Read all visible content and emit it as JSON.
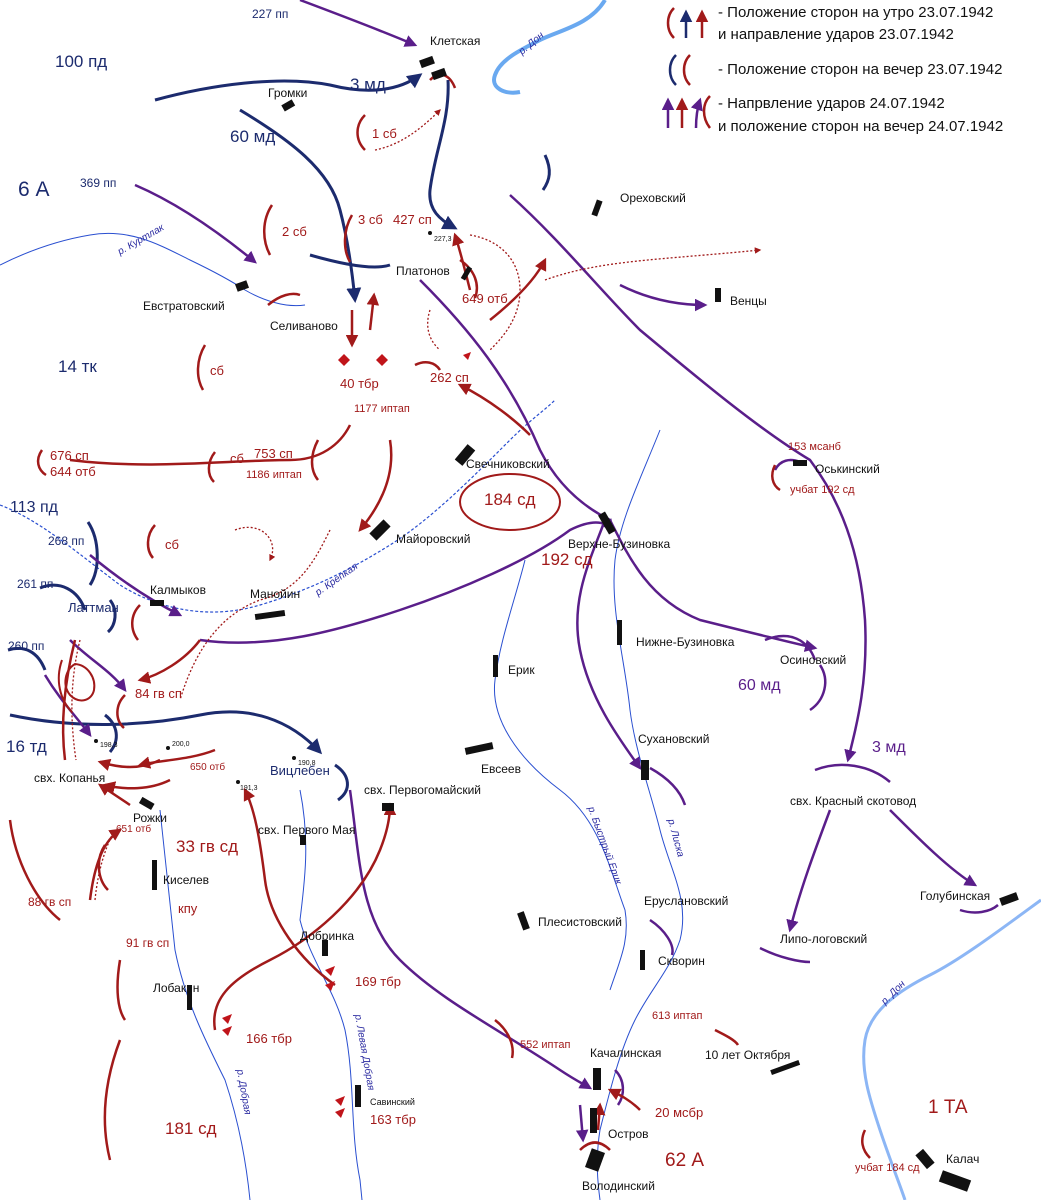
{
  "legend": {
    "items": [
      {
        "line1": "- Положение сторон на утро 23.07.1942",
        "line2": "и направление ударов 23.07.1942"
      },
      {
        "line1": "- Положение сторон на вечер 23.07.1942",
        "line2": ""
      },
      {
        "line1": "- Напрвление ударов 24.07.1942",
        "line2": "и положение сторон на вечер 24.07.1942"
      }
    ]
  },
  "colors": {
    "red": "#a11a1a",
    "blue": "#1c2b6e",
    "purple": "#5a1e8a",
    "river_big": "#6aa9f0",
    "river_small": "#2a4fd0"
  },
  "places": {
    "kletskaya": "Клетская",
    "gromki": "Громки",
    "orekhovsky": "Ореховский",
    "platonov": "Платонов",
    "venzy": "Венцы",
    "evstratovsky": "Евстратовский",
    "selivanovo": "Селиваново",
    "oskinsky": "Оськинский",
    "svechnikovsky": "Свечниковский",
    "mayorovsky": "Майоровский",
    "verkhne_buzinovka": "Верхне-Бузиновка",
    "kalmykov": "Калмыков",
    "manoyin": "Манойин",
    "nizhne_buzinovka": "Нижне-Бузиновка",
    "osinovsky": "Осиновский",
    "erik": "Ерик",
    "sukhanovsky": "Сухановский",
    "evseev": "Евсеев",
    "vitsleben": "Вицлебен",
    "kopanya": "свх. Копанья",
    "pervomaysky": "свх. Первогомайский",
    "rozhki": "Рожки",
    "pervogo_maya": "свх. Первого Мая",
    "krasny_skotovod": "свх. Красный скотовод",
    "kiselev": "Киселев",
    "golubinskaya": "Голубинская",
    "eruslanovsky": "Еруслановский",
    "plesistovsky": "Плесистовский",
    "dobrinka": "Добринка",
    "lipo_logovsky": "Липо-логовский",
    "skvorin": "Скворин",
    "lobakin": "Лобакин",
    "oktyabrya": "10 лет Октября",
    "kachalinskaya": "Качалинская",
    "savinsky": "Савинский",
    "ostrov": "Остров",
    "kalach": "Калач",
    "volodinsky": "Володинский"
  },
  "heights": {
    "h227": "227,3",
    "h198": "198,3",
    "h200": "200,0",
    "h190": "190,8",
    "h191": "191,3"
  },
  "rivers": {
    "don_n": "р. Дон",
    "don_s": "р. Дон",
    "kurtlak": "р. Куртлак",
    "krepkaya": "р. Крепкая",
    "bystry_erik": "р. Быстрый Ерик",
    "liska": "р. Лиска",
    "levaya_dobraya": "р. Левая Добрая",
    "dobraya": "р. Добрая"
  },
  "units": {
    "pp227": "227 пп",
    "pd100": "100 пд",
    "md3_n": "3 мд",
    "md60_n": "60 мд",
    "sb1": "1 сб",
    "a6": "6 А",
    "pp369": "369 пп",
    "sb2": "2 сб",
    "sb3": "3 сб",
    "sp427": "427 сп",
    "otb649": "649 отб",
    "tk14": "14 тк",
    "sb_a": "сб",
    "tbr40": "40 тбр",
    "sp262": "262 сп",
    "iptap1177": "1177 иптап",
    "msanb153": "153 мсанб",
    "sp676": "676 сп",
    "otb644": "644 отб",
    "sp753": "753 сп",
    "sb_b": "сб",
    "iptap1186": "1186 иптап",
    "ubat192": "учбат 192 сд",
    "sd184": "184 сд",
    "pd113": "113 пд",
    "pp268": "268 пп",
    "sb_c": "сб",
    "sd192": "192 сд",
    "pp261": "261 пп",
    "lattman": "Латтман",
    "pp260": "260 пп",
    "gvsp84": "84 гв сп",
    "md60_s": "60 мд",
    "td16": "16 тд",
    "md3_s": "3 мд",
    "otb650": "650 отб",
    "otb651": "651 отб",
    "gvsd33": "33 гв сд",
    "gvsp88": "88 гв сп",
    "kpu": "кпу",
    "gvsp91": "91 гв сп",
    "tbr169": "169 тбр",
    "iptap613": "613 иптап",
    "tbr166": "166 тбр",
    "iptap552": "552 иптап",
    "tbr163": "163 тбр",
    "msbr20": "20 мсбр",
    "sd181": "181 сд",
    "a62": "62 А",
    "ta1": "1 ТА",
    "ubat184": "учбат 184 сд"
  }
}
